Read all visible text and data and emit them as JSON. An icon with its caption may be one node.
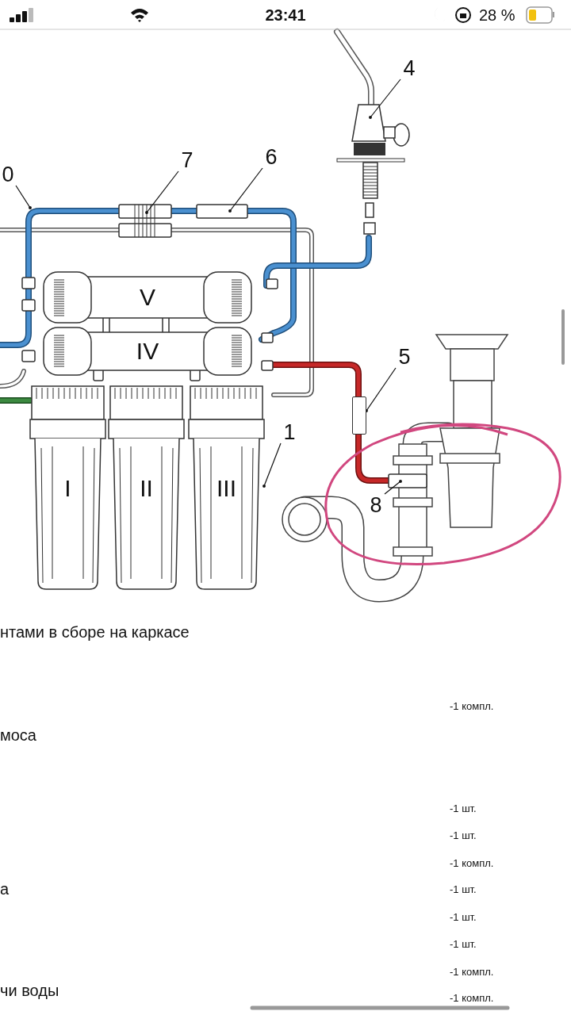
{
  "diagram": {
    "nodes": [
      {
        "text": [
          "4"
        ]
      },
      {
        "text": [
          "6"
        ]
      },
      {
        "text": [
          "7"
        ]
      },
      {
        "text": [
          "0"
        ]
      },
      {
        "text": [
          "V"
        ]
      },
      {
        "text": [
          "IV"
        ]
      },
      {
        "text": [
          "5"
        ]
      },
      {
        "text": [
          "I"
        ]
      },
      {
        "text": [
          "II"
        ]
      },
      {
        "text": [
          "III"
        ]
      },
      {
        "text": [
          "1"
        ]
      },
      {
        "text": [
          "8"
        ]
      },
      {
        "text": [],
        "shape": "box"
      }
    ],
    "edges": [
      {
        "from": 0,
        "to": null,
        "arrow": "other"
      },
      {
        "from": 1,
        "to": null,
        "arrow": "other"
      },
      {
        "from": 2,
        "to": null,
        "arrow": "other"
      },
      {
        "from": 3,
        "to": null,
        "arrow": "other"
      },
      {
        "from": 6,
        "to": 12,
        "arrow": "other"
      },
      {
        "from": 10,
        "to": 9,
        "arrow": "other"
      },
      {
        "from": 11,
        "to": null,
        "arrow": "other"
      }
    ],
    "labels": [
      "23:41",
      "28 %",
      "нтами в сборе на каркасе",
      "-1 компл.",
      "моса",
      "-1 шт.",
      "-1 шт.",
      "-1 компл.",
      "а",
      "-1 шт.",
      "-1 шт.",
      "-1 шт.",
      "-1 компл.",
      "чи воды",
      "-1 компл."
    ]
  }
}
